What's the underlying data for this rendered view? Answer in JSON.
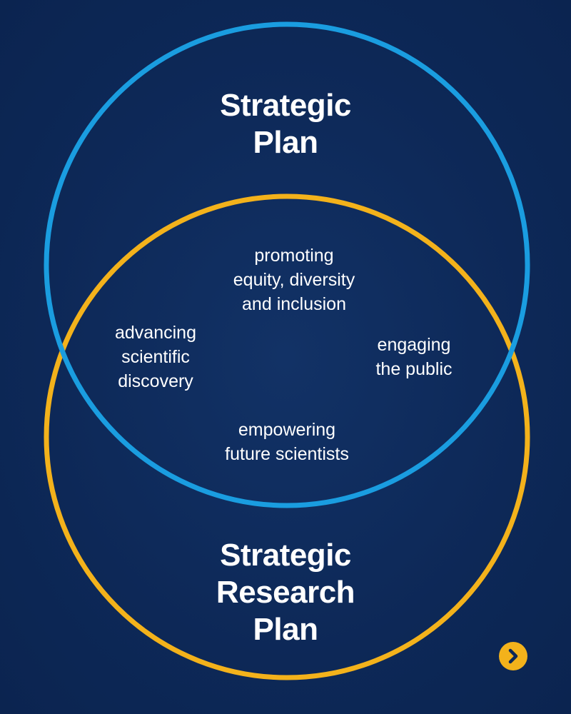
{
  "colors": {
    "background": "#0d2857",
    "strategic_plan_circle": "#1a9de0",
    "strategic_research_plan_circle": "#f3b21b",
    "text": "#ffffff",
    "next_button": "#f3b21b"
  },
  "circles": {
    "strategic_plan": {
      "heading_line1": "Strategic",
      "heading_line2": "Plan"
    },
    "strategic_research_plan": {
      "heading_line1": "Strategic",
      "heading_line2": "Research",
      "heading_line3": "Plan"
    }
  },
  "overlap_terms": {
    "equity": {
      "line1": "promoting",
      "line2": "equity, diversity",
      "line3": "and inclusion"
    },
    "discovery": {
      "line1": "advancing",
      "line2": "scientific",
      "line3": "discovery"
    },
    "public": {
      "line1": "engaging",
      "line2": "the public"
    },
    "scientists": {
      "line1": "empowering",
      "line2": "future scientists"
    }
  },
  "next_button": {
    "icon": "chevron-right-icon"
  }
}
